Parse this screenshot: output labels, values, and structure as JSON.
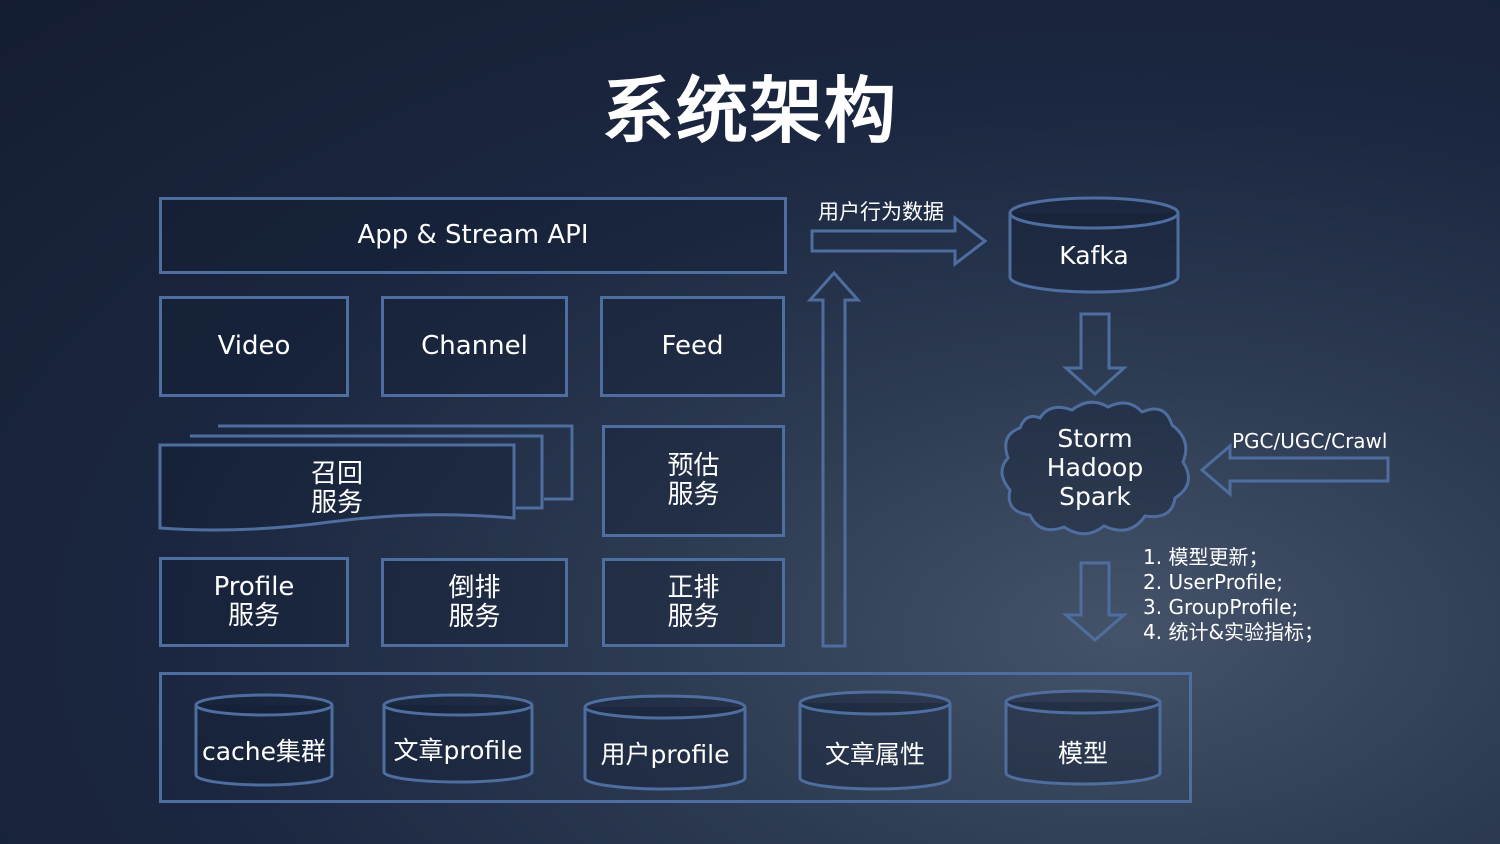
{
  "title": "系统架构",
  "api_box": "App & Stream API",
  "services_row1": [
    "Video",
    "Channel",
    "Feed"
  ],
  "recall": [
    "召回",
    "服务"
  ],
  "predict": [
    "预估",
    "服务"
  ],
  "services_row3": [
    [
      "Profile",
      "服务"
    ],
    [
      "倒排",
      "服务"
    ],
    [
      "正排",
      "服务"
    ]
  ],
  "storage": [
    "cache集群",
    "文章profile",
    "用户profile",
    "文章属性",
    "模型"
  ],
  "user_data_label": "用户行为数据",
  "kafka": "Kafka",
  "compute": [
    "Storm",
    "Hadoop",
    "Spark"
  ],
  "pgc_label": "PGC/UGC/Crawl",
  "notes": [
    "1. 模型更新；",
    "2. UserProfile;",
    "3. GroupProfile;",
    "4. 统计&实验指标；"
  ],
  "colors": {
    "stroke": "#4d6e9e",
    "text": "#ffffff"
  }
}
